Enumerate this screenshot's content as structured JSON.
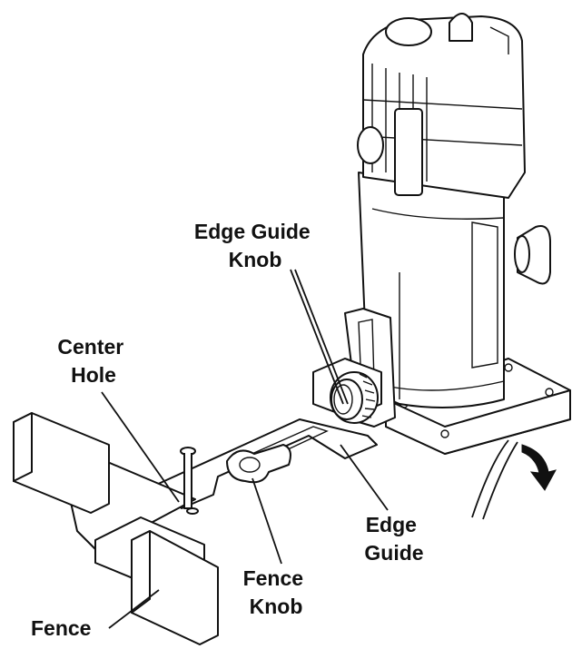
{
  "labels": {
    "edge_guide_knob": [
      "Edge Guide",
      "Knob"
    ],
    "center_hole": [
      "Center",
      "Hole"
    ],
    "edge_guide": [
      "Edge",
      "Guide"
    ],
    "fence_knob": [
      "Fence",
      "Knob"
    ],
    "fence": "Fence"
  },
  "colors": {
    "line": "#111111",
    "background": "#ffffff"
  },
  "icons": [
    "rotation-arrow-icon"
  ]
}
